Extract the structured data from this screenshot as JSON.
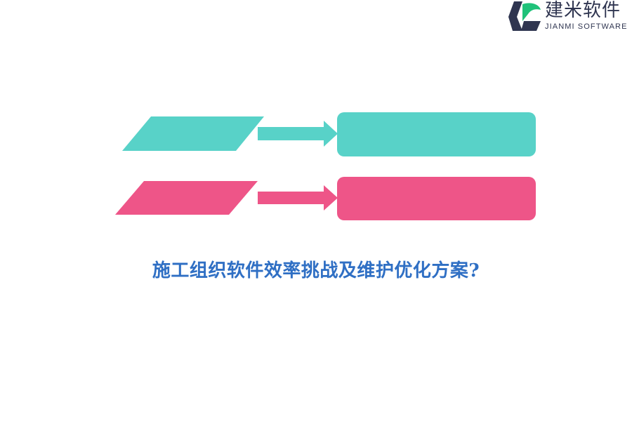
{
  "brand": {
    "name": "建米软件",
    "subtitle": "JIANMI SOFTWARE",
    "icon": "jianmi-logo-icon",
    "colors": {
      "dark": "#2f3550",
      "green": "#1fc27a"
    }
  },
  "diagram": {
    "rows": [
      {
        "color": "#58d2c8",
        "parallelogram_label": "",
        "box_label": ""
      },
      {
        "color": "#ee5588",
        "parallelogram_label": "",
        "box_label": ""
      }
    ]
  },
  "title": {
    "text": "施工组织软件效率挑战及维护优化方案?",
    "color": "#2f6fc4"
  }
}
